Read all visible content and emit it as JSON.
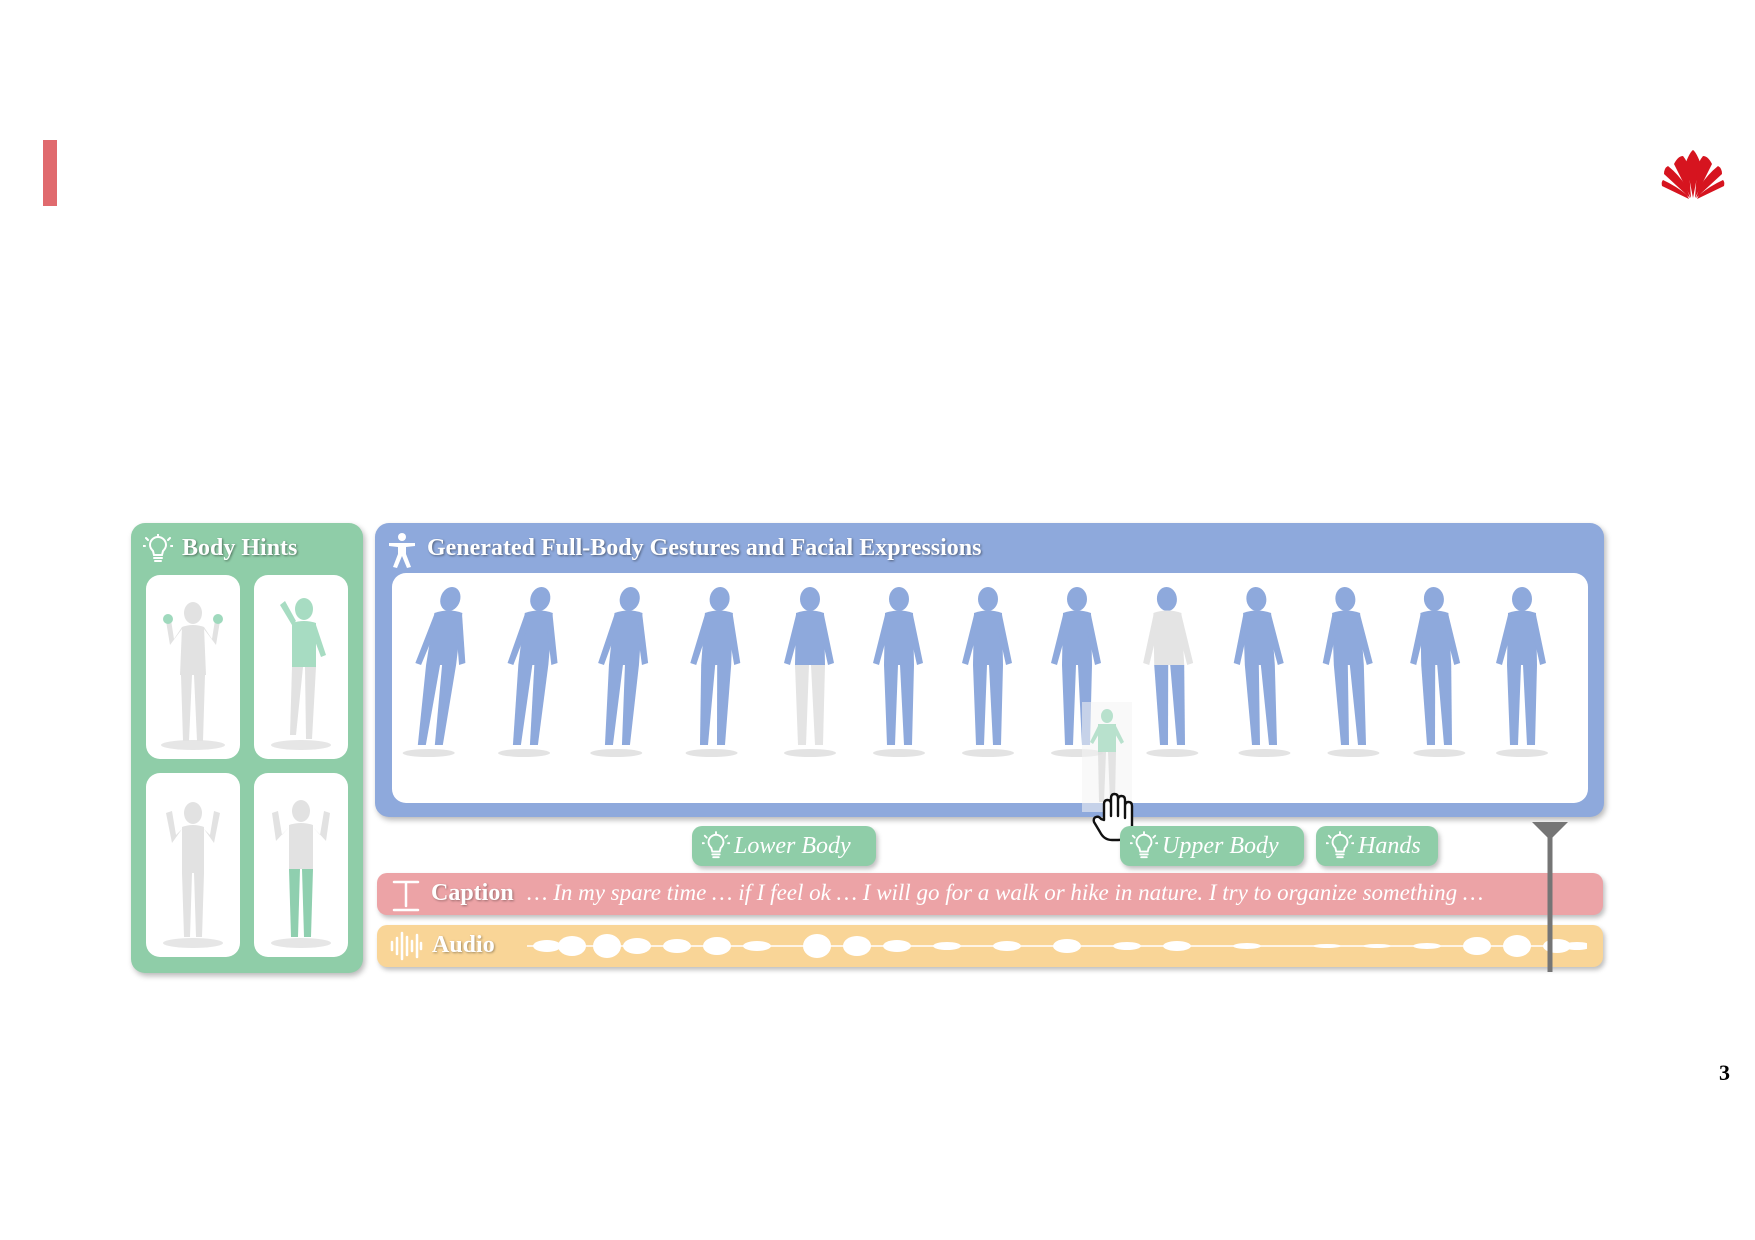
{
  "brand": {
    "accent_color": "#e06a6e",
    "logo_icon": "huawei-petal-logo"
  },
  "page_number": "3",
  "body_hints": {
    "title": "Body Hints",
    "icon": "lightbulb-icon",
    "color": "#8fcda8",
    "tiles": [
      {
        "highlight": "hands"
      },
      {
        "highlight": "upper-body"
      },
      {
        "highlight": "none"
      },
      {
        "highlight": "lower-body"
      }
    ]
  },
  "generated": {
    "title": "Generated Full-Body Gestures and Facial Expressions",
    "icon": "accessibility-person-icon",
    "color": "#8ea9dc",
    "figure_count": 13
  },
  "hint_chips": [
    {
      "label": "Lower Body",
      "icon": "lightbulb-icon"
    },
    {
      "label": "Upper Body",
      "icon": "lightbulb-icon"
    },
    {
      "label": "Hands",
      "icon": "lightbulb-icon"
    }
  ],
  "caption": {
    "label": "Caption",
    "icon": "text-t-icon",
    "text": "… In my spare time … if I feel ok  … I will go for a walk or hike in nature. I try to organize something …",
    "color": "#eca3a6"
  },
  "audio": {
    "label": "Audio",
    "icon": "waveform-icon",
    "color": "#f9d597"
  },
  "interaction": {
    "cursor_icon": "grab-hand-icon",
    "playhead_icon": "playhead-marker-icon"
  }
}
